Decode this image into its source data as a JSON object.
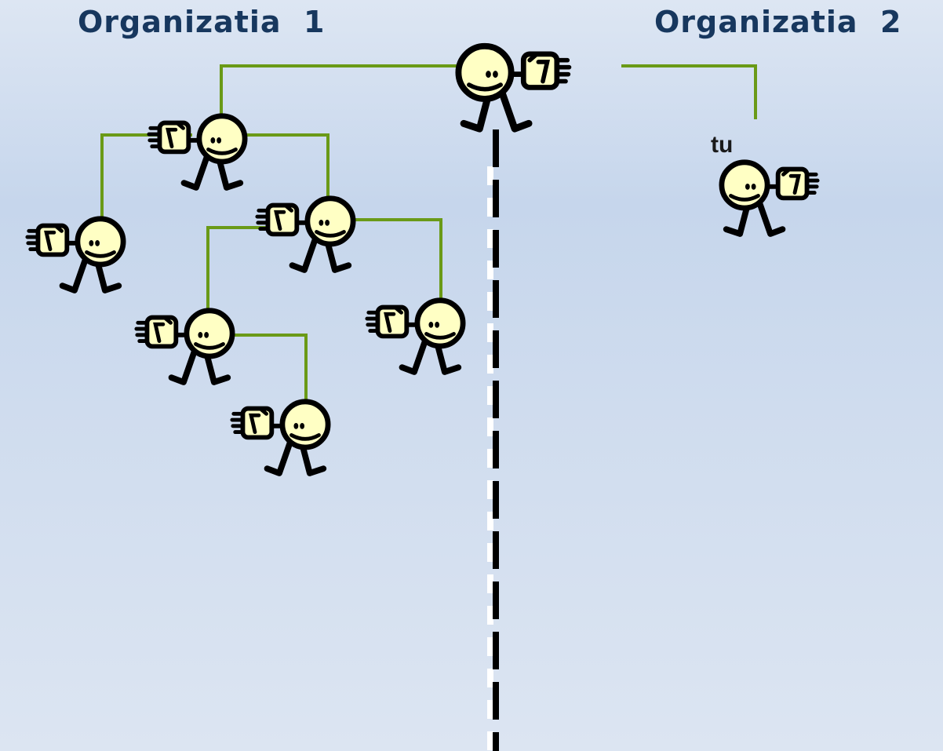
{
  "diagram": {
    "left_title": "Organizatia  1",
    "right_title": "Organizatia  2",
    "person_label": "tu"
  },
  "colors": {
    "background_top": "#dde6f3",
    "background_mid": "#c6d6ec",
    "title_text": "#17375e",
    "connector_line": "#6a9a17",
    "figure_fill": "#ffffc4",
    "figure_outline": "#000000",
    "divider_dash": "#000000",
    "divider_gap": "#ffffff"
  }
}
